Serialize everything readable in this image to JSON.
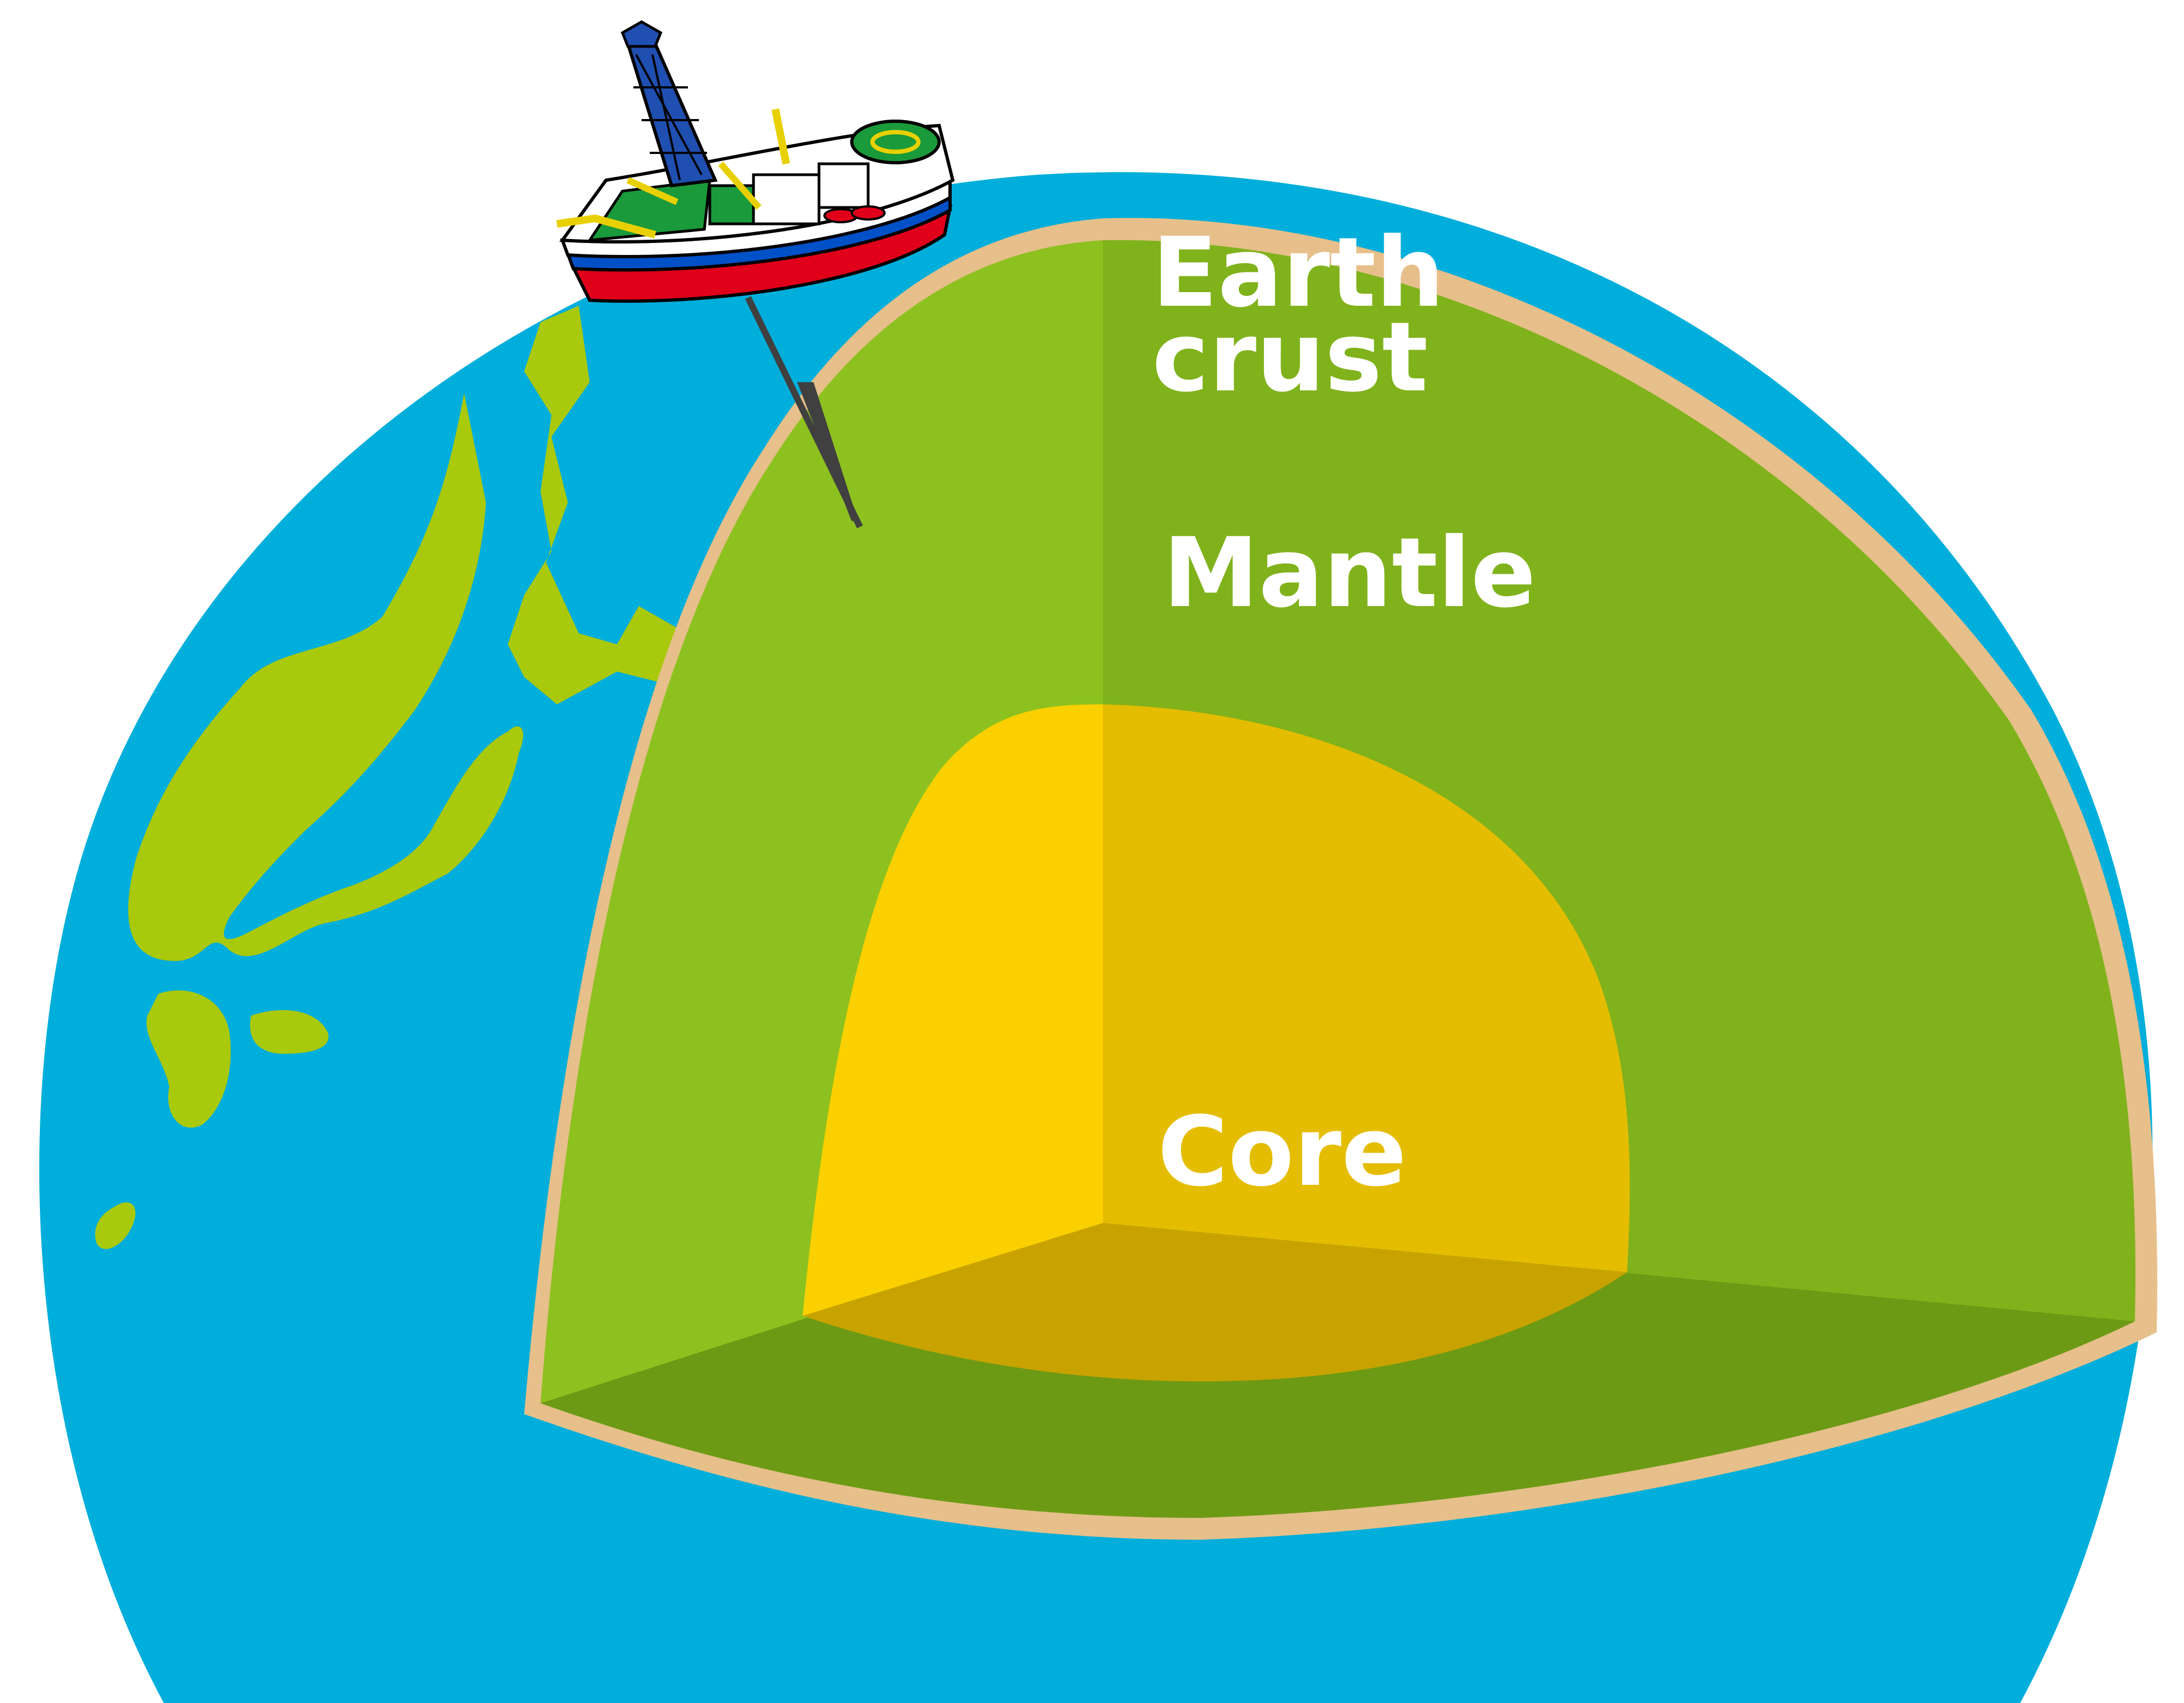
{
  "labels": {
    "crust_line1": "Earth",
    "crust_line2": "crust",
    "mantle": "Mantle",
    "core": "Core"
  },
  "colors": {
    "ocean": "#00aedb",
    "land": "#a9c90c",
    "crust": "#e6bf8a",
    "mantle_left": "#8dc11f",
    "mantle_right": "#80b21c",
    "mantle_floor": "#6c9a14",
    "core_left": "#fbd000",
    "core_right": "#e4bd00",
    "core_floor": "#c8a300",
    "label_text": "#ffffff"
  },
  "icons": {
    "ship": "drilling-ship-icon",
    "drill_pipe": "drill-pipe-icon"
  }
}
